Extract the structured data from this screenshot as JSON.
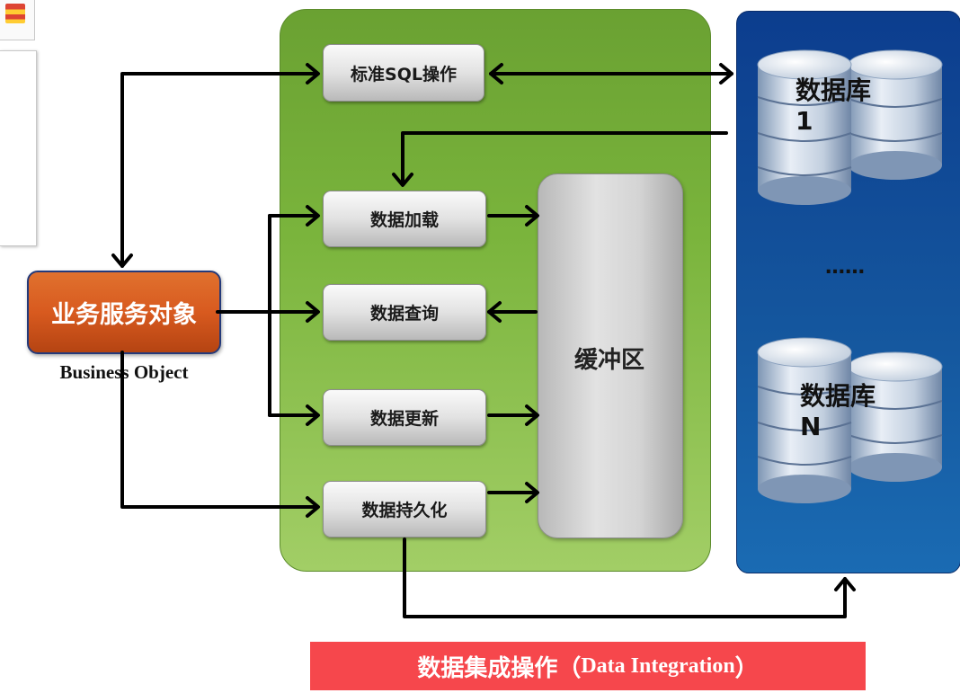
{
  "center": {
    "sql_button": "标准SQL操作",
    "load_button": "数据加载",
    "query_button": "数据查询",
    "update_button": "数据更新",
    "persist_button": "数据持久化",
    "buffer_label": "缓冲区"
  },
  "business_object": {
    "label": "业务服务对象",
    "caption": "Business Object"
  },
  "databases": {
    "db1": {
      "name": "数据库",
      "index": "1"
    },
    "ellipsis": "……",
    "dbN": {
      "name": "数据库",
      "index": "N"
    }
  },
  "banner": {
    "cn": "数据集成操作",
    "open": "（",
    "en": "Data Integration",
    "close": "）"
  },
  "colors": {
    "green_panel": "#7ab43c",
    "blue_panel": "#15589f",
    "business_object": "#d85a1f",
    "banner": "#f6474c"
  }
}
